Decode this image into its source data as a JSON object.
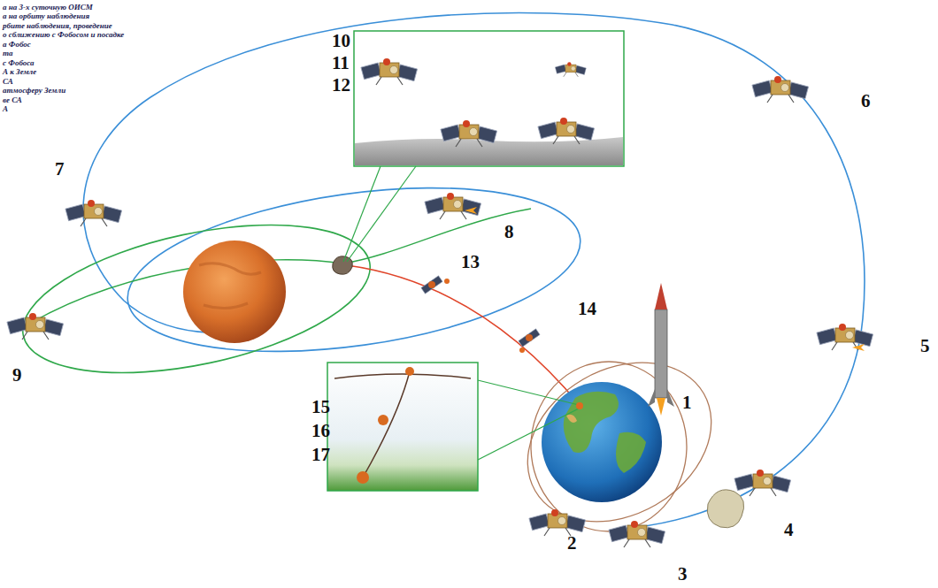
{
  "diagram": {
    "labels": [
      "а на 3-х суточную ОИСМ",
      "а на орбиту наблюдения",
      "рбите наблюдения, проведение",
      "о сближению с Фобосом и посадке",
      "а Фобос",
      "та",
      "с Фобоса",
      "А к Земле",
      "СА",
      "атмосферу Земли",
      "ве СА",
      "А",
      "1",
      "2",
      "3",
      "4",
      "5",
      "6",
      "7",
      "8",
      "9",
      "10",
      "11",
      "12",
      "13",
      "14",
      "15",
      "16",
      "17"
    ]
  }
}
